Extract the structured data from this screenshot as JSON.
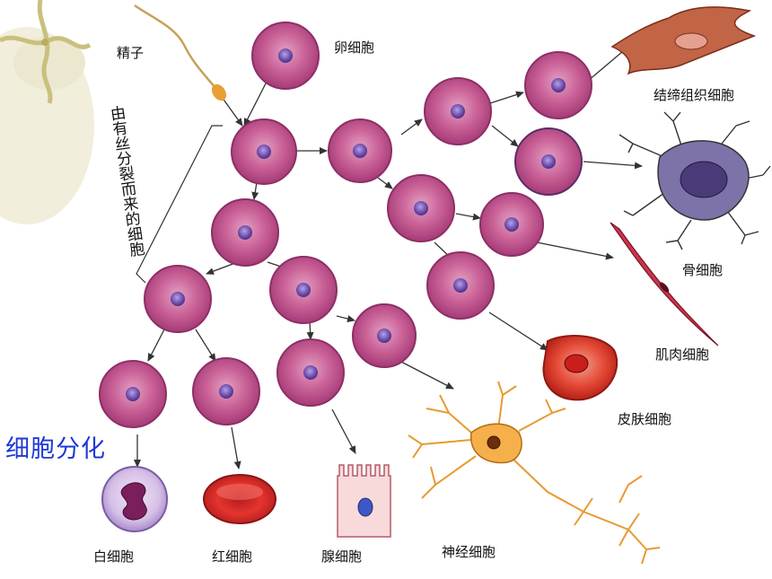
{
  "labels": {
    "sperm": "精子",
    "egg": "卵细胞",
    "dividing_cells": "由有丝分裂而来的细胞",
    "connective": "结缔组织细胞",
    "bone": "骨细胞",
    "muscle": "肌肉细胞",
    "skin": "皮肤细胞",
    "white_blood": "白细胞",
    "red_blood": "红细胞",
    "gland": "腺细胞",
    "nerve": "神经细胞"
  },
  "title": "细胞分化",
  "colors": {
    "cell_fill": "#c95f95",
    "cell_rim": "#9d3a73",
    "nucleus": "#6a4aa8",
    "arrow": "#333333",
    "title": "#1f38d6",
    "red_cell": "#e0322f",
    "nerve": "#f3a63c"
  }
}
